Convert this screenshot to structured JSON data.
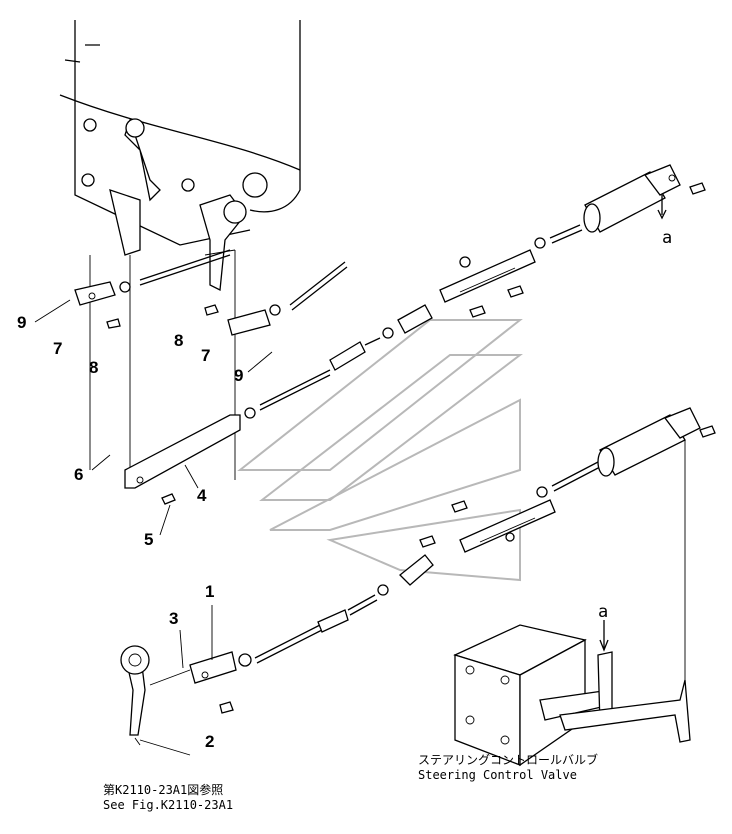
{
  "callouts": {
    "c9a": "9",
    "c7a": "7",
    "c8a": "8",
    "c8b": "8",
    "c7b": "7",
    "c9b": "9",
    "c6": "6",
    "c4": "4",
    "c5": "5",
    "c1": "1",
    "c3": "3",
    "c2": "2"
  },
  "connectors": {
    "a_top": "a",
    "a_valve": "a"
  },
  "notes": {
    "ref_jp": "第K2110-23A1図参照",
    "ref_en": "See Fig.K2110-23A1",
    "valve_jp": "ステアリングコントロールバルブ",
    "valve_en": "Steering Control Valve"
  }
}
